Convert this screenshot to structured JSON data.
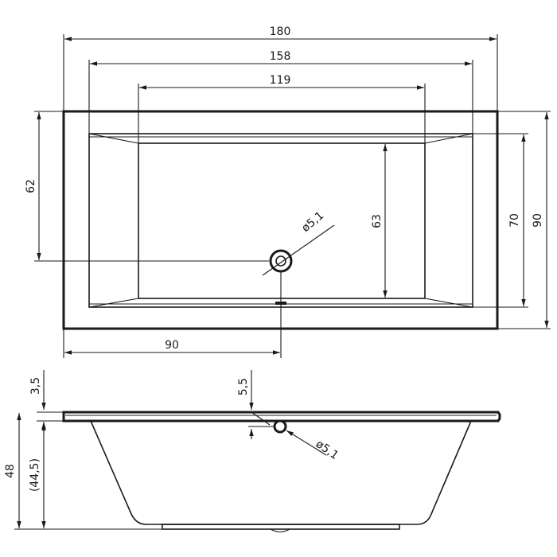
{
  "drawing": {
    "top_view": {
      "width_overall": "180",
      "width_inner": "158",
      "width_bottom": "119",
      "depth_drain_offset": "62",
      "depth_bottom": "63",
      "depth_inner": "70",
      "depth_overall": "90",
      "drain_x": "90",
      "drain_diameter": "ø5,1"
    },
    "side_view": {
      "rim_thickness": "3,5",
      "overflow_offset": "5,5",
      "overflow_diameter": "ø5,1",
      "height_overall": "48",
      "height_inner": "(44,5)"
    }
  }
}
